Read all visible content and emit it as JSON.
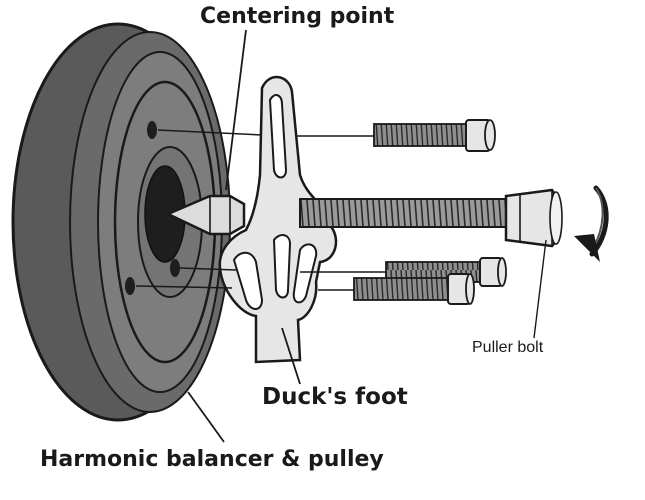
{
  "diagram": {
    "labels": {
      "centering_point": "Centering point",
      "puller_bolt": "Puller bolt",
      "ducks_foot": "Duck's foot",
      "harmonic_balancer": "Harmonic balancer & pulley"
    },
    "parts": [
      "harmonic-balancer-pulley",
      "centering-point",
      "ducks-foot",
      "puller-bolt",
      "attachment-bolt-top",
      "attachment-bolt-lower-1",
      "attachment-bolt-lower-2",
      "rotation-arrow"
    ],
    "colors": {
      "line": "#1a1a1a",
      "dark_fill": "#5a5a5a",
      "mid_fill": "#8a8a8a",
      "light_fill": "#e6e6e6",
      "background": "#ffffff"
    }
  }
}
